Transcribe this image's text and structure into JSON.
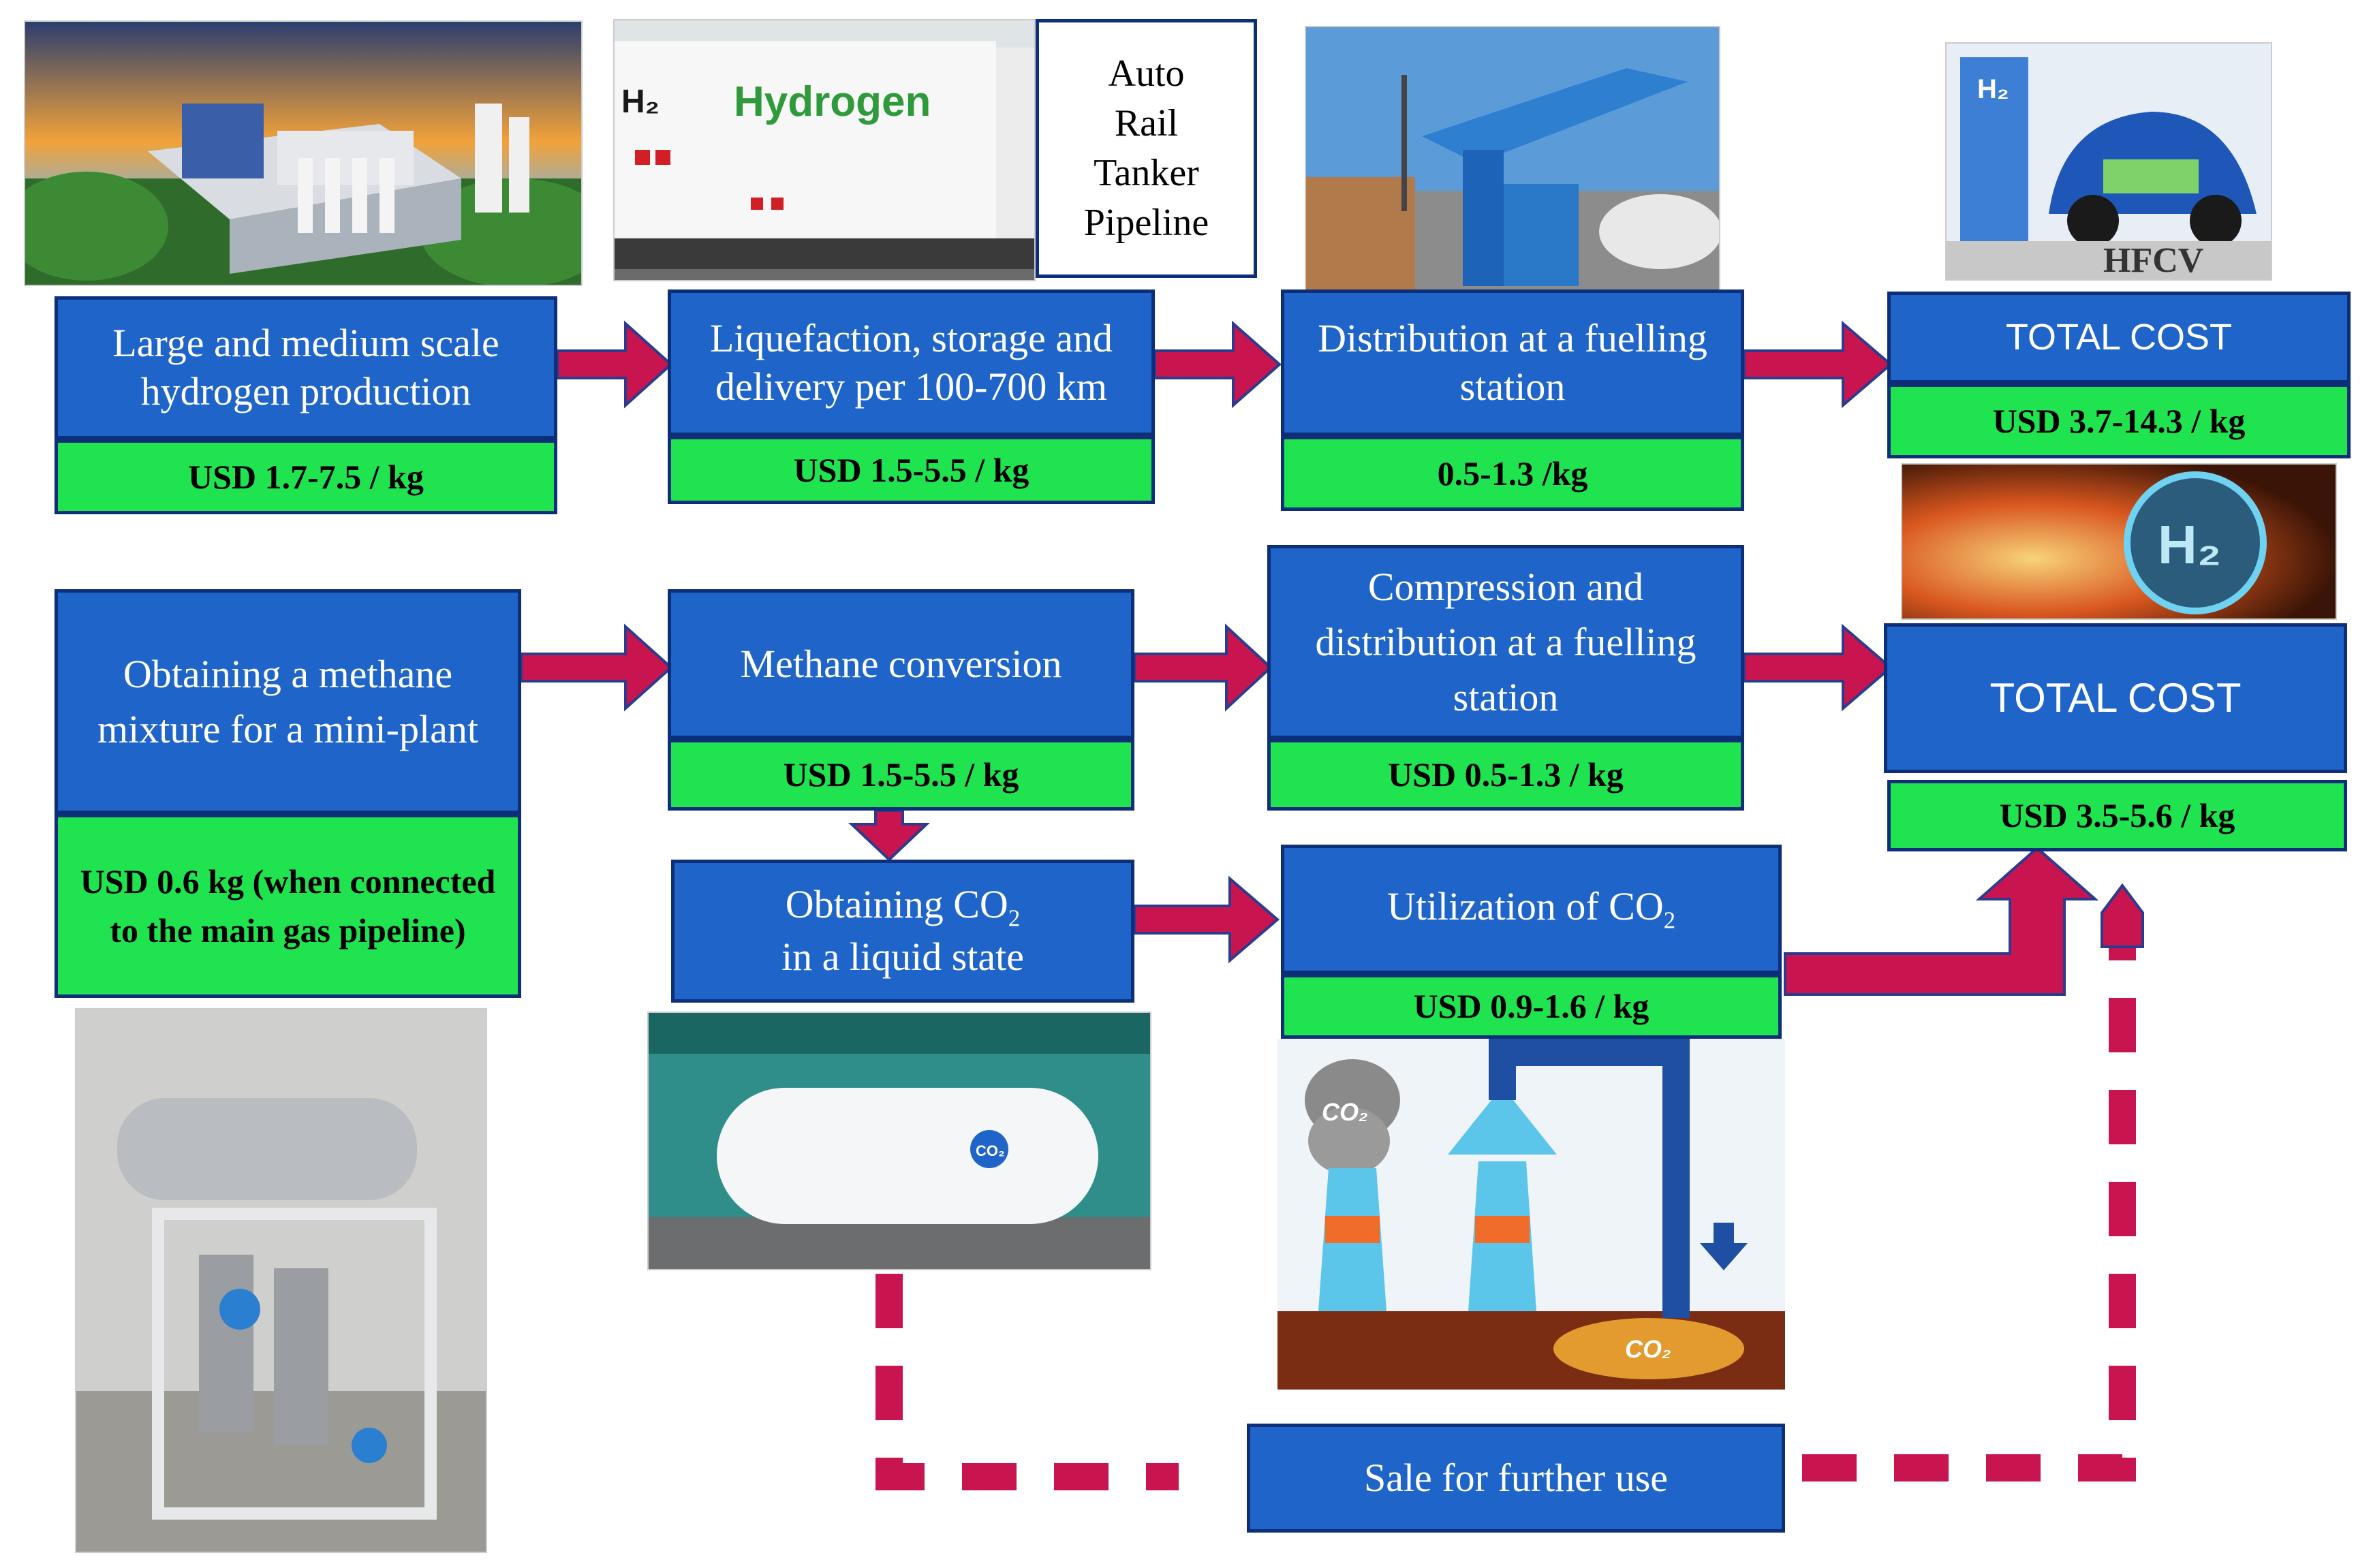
{
  "top_row": {
    "production": {
      "label": "Large and medium scale hydrogen production",
      "cost": "USD 1.7-7.5 / kg"
    },
    "delivery": {
      "label": "Liquefaction, storage and delivery per 100-700 km",
      "cost": "USD 1.5-5.5 / kg"
    },
    "transport_modes": [
      "Auto",
      "Rail",
      "Tanker",
      "Pipeline"
    ],
    "distribution": {
      "label": "Distribution at a fuelling station",
      "cost": "0.5-1.3  /kg"
    },
    "total": {
      "label": "TOTAL COST",
      "cost": "USD 3.7-14.3 / kg"
    }
  },
  "middle_row": {
    "methane_mixture": {
      "label": "Obtaining a methane mixture for a mini-plant",
      "cost": "USD 0.6 kg (when connected to the main gas pipeline)"
    },
    "methane_conversion": {
      "label": "Methane conversion",
      "cost": "USD 1.5-5.5 / kg"
    },
    "compression": {
      "label": "Compression and distribution at a fuelling station",
      "cost": "USD 0.5-1.3 / kg"
    },
    "total": {
      "label": "TOTAL COST",
      "cost": "USD 3.5-5.6 / kg"
    }
  },
  "co2_row": {
    "obtaining_co2": {
      "line1": "Obtaining CO",
      "sub": "2",
      "line2": "in a liquid state"
    },
    "utilization": {
      "line1": "Utilization of CO",
      "sub": "2",
      "cost": "USD 0.9-1.6 / kg"
    },
    "sale": {
      "label": "Sale for further use"
    }
  },
  "image_labels": {
    "hfcv": "HFCV",
    "train_h2": "H₂",
    "train_text": "Hydrogen",
    "car_h2": "H₂",
    "h2_logo": "H₂",
    "co2_tank": "CO₂",
    "co2_smoke": "CO₂",
    "co2_ground": "CO₂"
  },
  "colors": {
    "box_blue": "#1f64c8",
    "box_border": "#0d2f7a",
    "cost_green": "#1fe44f",
    "arrow_red": "#c8154f"
  }
}
